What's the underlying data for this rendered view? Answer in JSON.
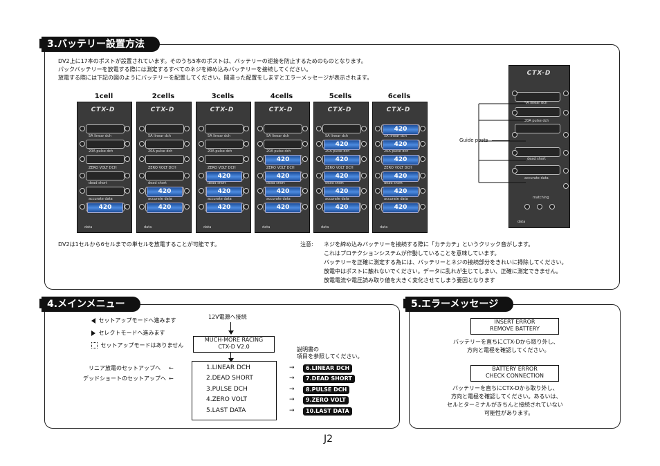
{
  "section3": {
    "title": "3.バッテリー設置方法",
    "intro": [
      "DV2上に17本のポストが設置されています。そのうち5本のポストは、バッテリーの逆接を防止するためのものとなります。",
      "パックバッテリーを放電する際には測定するすべてのネジを締め込みバッテリーを接続してください。",
      "放電する際には下記の図のようにバッテリーを配置してください。間違った配置をしますとエラーメッセージが表示されます。"
    ],
    "cell_headers": [
      "1cell",
      "2cells",
      "3cells",
      "4cells",
      "5cells",
      "6cells"
    ],
    "device_labels": {
      "logo": "CTX-D",
      "linear": "5A linear dch",
      "pulse": "20A pulse dch",
      "zero": "ZERO VOLT DCH",
      "dead": "dead short",
      "accurate": "accurate data",
      "data": "data"
    },
    "battery_text": "420",
    "guide_posts_label": "Guide posts",
    "right_device_labels": [
      "5A linear dch",
      "20A pulse dch",
      "dead short",
      "accurate data",
      "matching",
      "data"
    ],
    "cells_note": "DV2は1セルから6セルまでの単セルを放電することが可能です。",
    "caution_label": "注意:",
    "caution_lines": [
      "ネジを締め込みバッテリーを接続する際に「カチカチ」というクリック音がします。",
      "これはプロテクションシステムが作動していることを意味しています。",
      "バッテリーを正確に測定する為には、バッテリーとネジの接続部分をきれいに掃除してください。",
      "放電中はポストに触れないでください。データに乱れが生じてしまい、正確に測定できません。",
      "放電電流や電圧読み取り値を大きく変化させてしまう要因となります"
    ]
  },
  "section4": {
    "title": "4.メインメニュー",
    "legend": [
      "セットアップモードへ進みます",
      "セレクトモードへ進みます",
      "セットアップモードはありません"
    ],
    "power_label": "12V電源へ接続",
    "startup_line1": "MUCH-MORE RACING",
    "startup_line2": "CTX-D V2.0",
    "manual_note_1": "説明書の",
    "manual_note_2": "項目を参照してください。",
    "left_label_1": "リニア放電のセットアップへ",
    "left_label_2": "デッドショートのセットアップへ",
    "menu_items": [
      "1.LINEAR DCH",
      "2.DEAD SHORT",
      "3.PULSE DCH",
      "4.ZERO VOLT",
      "5.LAST DATA"
    ],
    "refs": [
      "6.LINEAR DCH",
      "7.DEAD SHORT",
      "8.PULSE DCH",
      "9.ZERO VOLT",
      "10.LAST DATA"
    ]
  },
  "section5": {
    "title": "5.エラーメッセージ",
    "err1_line1": "INSERT ERROR",
    "err1_line2": "REMOVE BATTERY",
    "err1_desc": [
      "バッテリーを直ちにCTX-Dから取り外し、",
      "方向と電極を確認してください。"
    ],
    "err2_line1": "BATTERY ERROR",
    "err2_line2": "CHECK CONNECTION",
    "err2_desc": [
      "バッテリーを直ちにCTX-Dから取り外し、",
      "方向と電極を確認してください。あるいは、",
      "セルとターミナルがきちんと接続されていない",
      "可能性があります。"
    ]
  },
  "page_number": "J2"
}
